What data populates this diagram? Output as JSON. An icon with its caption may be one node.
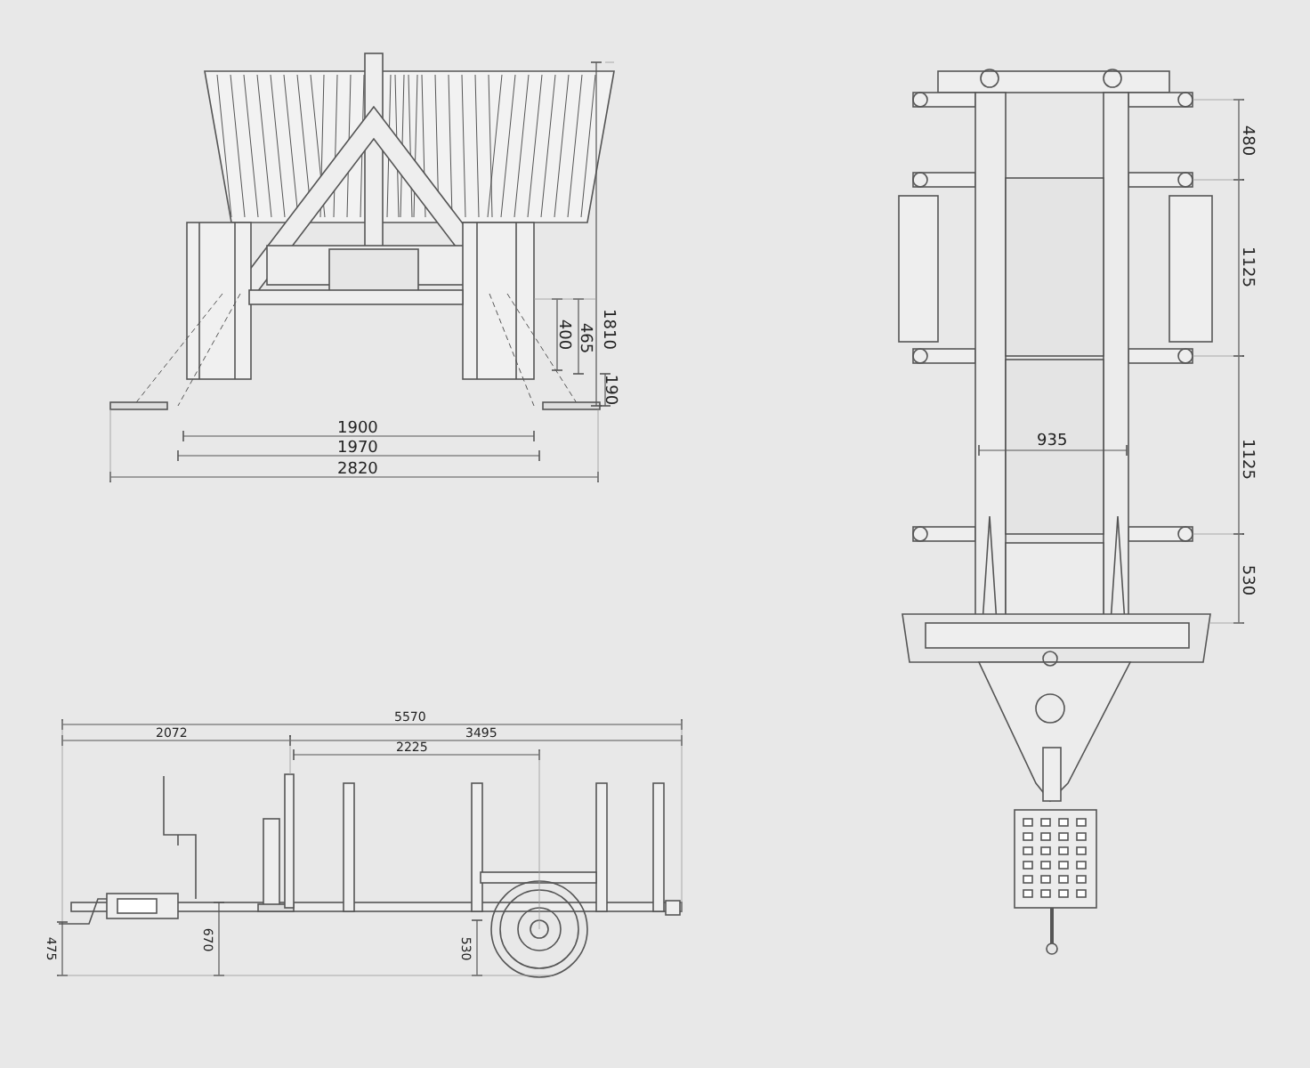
{
  "diagram": {
    "labels": [
      "1810",
      "465",
      "400",
      "190",
      "1900",
      "1970",
      "2820",
      "480",
      "1125",
      "1125",
      "530",
      "935",
      "5570",
      "2072",
      "3495",
      "2225",
      "475",
      "670",
      "530"
    ]
  }
}
